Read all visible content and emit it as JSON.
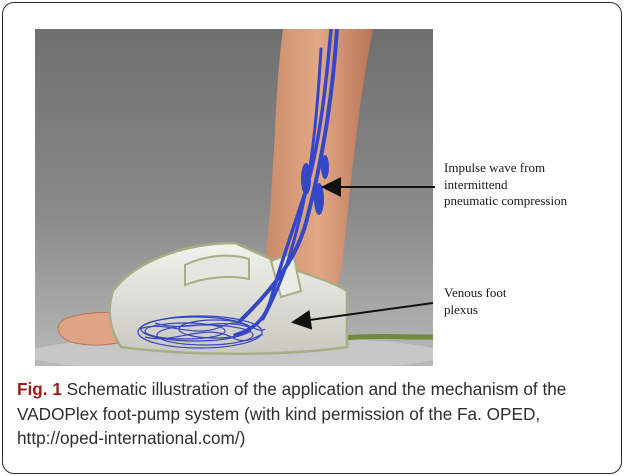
{
  "figure": {
    "annotations": [
      {
        "id": "impulse-wave",
        "text": "Impulse wave from\nintermittend\npneumatic compression"
      },
      {
        "id": "venous-plexus",
        "text": "Venous foot\nplexus"
      }
    ]
  },
  "caption": {
    "label": "Fig. 1",
    "text": " Schematic illustration of the application and the mechanism of the VADOPlex foot-pump system (with kind permission of the Fa. OPED, http://oped-international.com/)"
  }
}
